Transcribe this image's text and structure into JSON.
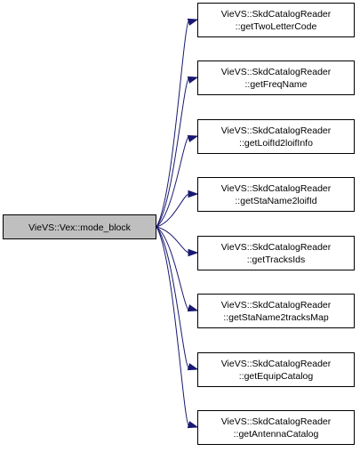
{
  "root": {
    "label": "VieVS::Vex::mode_block",
    "fill": "#bfbfbf"
  },
  "callees": [
    {
      "line1": "VieVS::SkdCatalogReader",
      "line2": "::getTwoLetterCode"
    },
    {
      "line1": "VieVS::SkdCatalogReader",
      "line2": "::getFreqName"
    },
    {
      "line1": "VieVS::SkdCatalogReader",
      "line2": "::getLoifId2loifInfo"
    },
    {
      "line1": "VieVS::SkdCatalogReader",
      "line2": "::getStaName2loifId"
    },
    {
      "line1": "VieVS::SkdCatalogReader",
      "line2": "::getTracksIds"
    },
    {
      "line1": "VieVS::SkdCatalogReader",
      "line2": "::getStaName2tracksMap"
    },
    {
      "line1": "VieVS::SkdCatalogReader",
      "line2": "::getEquipCatalog"
    },
    {
      "line1": "VieVS::SkdCatalogReader",
      "line2": "::getAntennaCatalog"
    }
  ],
  "colors": {
    "edge": "#191970",
    "node_border": "#000000",
    "node_fill": "#ffffff"
  }
}
